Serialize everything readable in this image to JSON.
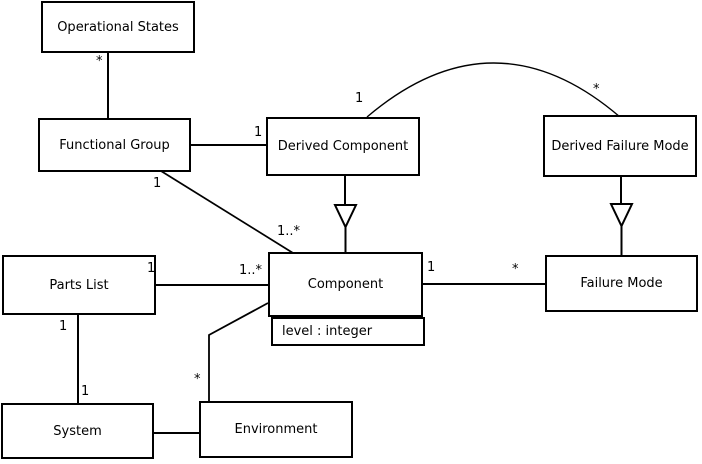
{
  "diagram": {
    "kind": "uml-class-diagram",
    "background_color": "#ffffff",
    "line_color": "#000000",
    "classes": [
      {
        "name": "Operational States"
      },
      {
        "name": "Functional Group"
      },
      {
        "name": "Derived Component"
      },
      {
        "name": "Derived Failure Mode"
      },
      {
        "name": "Parts List"
      },
      {
        "name": "Component",
        "attributes": [
          "level : integer"
        ]
      },
      {
        "name": "Failure Mode"
      },
      {
        "name": "System"
      },
      {
        "name": "Environment"
      }
    ],
    "multiplicity_labels": {
      "os_fg_star": "*",
      "fg_dc_one": "1",
      "dc_arc_one": "1",
      "dfm_arc_star": "*",
      "fg_comp_one": "1",
      "fg_comp_onestar": "1..*",
      "pl_comp_one": "1",
      "pl_comp_onestar": "1..*",
      "comp_fm_one": "1",
      "comp_fm_star": "*",
      "pl_sys_one_upper": "1",
      "pl_sys_one_lower": "1",
      "env_comp_star": "*"
    },
    "relationships": [
      {
        "a": "Operational States",
        "b": "Functional Group",
        "type": "association",
        "a_mult": "*",
        "b_mult": ""
      },
      {
        "a": "Derived Component",
        "b": "Functional Group",
        "type": "association",
        "a_mult": "1",
        "b_mult": ""
      },
      {
        "a": "Derived Component",
        "b": "Derived Failure Mode",
        "type": "association",
        "a_mult": "1",
        "b_mult": "*"
      },
      {
        "a": "Functional Group",
        "b": "Component",
        "type": "association",
        "a_mult": "1",
        "b_mult": "1..*"
      },
      {
        "a": "Parts List",
        "b": "Component",
        "type": "association",
        "a_mult": "1",
        "b_mult": "1..*"
      },
      {
        "a": "Component",
        "b": "Failure Mode",
        "type": "association",
        "a_mult": "1",
        "b_mult": "*"
      },
      {
        "a": "Parts List",
        "b": "System",
        "type": "association",
        "a_mult": "1",
        "b_mult": "1"
      },
      {
        "a": "System",
        "b": "Environment",
        "type": "association",
        "a_mult": "",
        "b_mult": ""
      },
      {
        "a": "Environment",
        "b": "Component",
        "type": "association",
        "a_mult": "*",
        "b_mult": ""
      },
      {
        "a": "Derived Component",
        "b": "Component",
        "type": "generalization"
      },
      {
        "a": "Derived Failure Mode",
        "b": "Failure Mode",
        "type": "generalization"
      }
    ]
  }
}
